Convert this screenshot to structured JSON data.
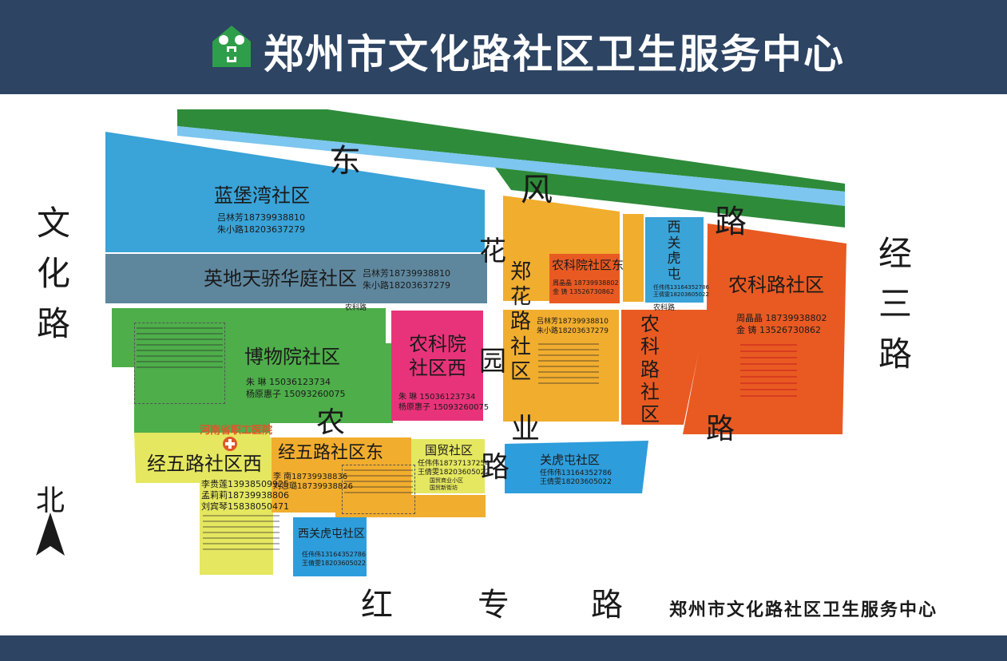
{
  "header": {
    "title": "郑州市文化路社区卫生服务中心"
  },
  "footer_credit": "郑州市文化路社区卫生服务中心",
  "roads": {
    "dongfeng": [
      "东",
      "风",
      "路"
    ],
    "wenhua": [
      "文",
      "化",
      "路"
    ],
    "jingsan": [
      "经",
      "三",
      "路"
    ],
    "hongzhuan": [
      "红",
      "专",
      "路"
    ],
    "huayuan": [
      "花",
      "园"
    ],
    "nongye": [
      "农",
      "业",
      "路"
    ],
    "nongke_small_1": "农科路",
    "nongke_small_2": "农科路",
    "zhenghua": [
      "郑",
      "花",
      "路",
      "社",
      "区"
    ],
    "nongke_v": [
      "农",
      "科",
      "路",
      "社",
      "区"
    ],
    "xiguanhu_v": [
      "西",
      "关",
      "虎",
      "屯"
    ],
    "lu_bottom_right": "路"
  },
  "hospital": "河南省职工医院",
  "north": "北",
  "communities": {
    "lanbaowan": {
      "name": "蓝堡湾社区",
      "c1": "吕林芳18739938810",
      "c2": "朱小路18203637279"
    },
    "yingdi": {
      "name": "英地天骄华庭社区",
      "c1": "吕林芳18739938810",
      "c2": "朱小路18203637279"
    },
    "bowuyuan": {
      "name": "博物院社区",
      "c1": "朱  琳   15036123734",
      "c2": "杨原惠子 15093260075"
    },
    "nongkeyuan_xi": {
      "name1": "农科院",
      "name2": "社区西",
      "c1": "朱  琳   15036123734",
      "c2": "杨原惠子  15093260075"
    },
    "nongkeyuan_dong": {
      "name": "农科院社区东",
      "c1": "周晶晶 18739938802",
      "c2": "金  铸  13526730862"
    },
    "zhenghua": {
      "c1": "吕林芳18739938810",
      "c2": "朱小路18203637279"
    },
    "xiguanhu_small": {
      "c1": "任伟伟13164352786",
      "c2": "王倩雯18203605022"
    },
    "nongkelu": {
      "name": "农科路社区",
      "c1": "周晶晶 18739938802",
      "c2": "金  铸  13526730862"
    },
    "jingwu_xi": {
      "name": "经五路社区西",
      "c1": "李贵莲13938509925",
      "c2": "孟莉莉18739938806",
      "c3": "刘宾琴15838050471"
    },
    "jingwu_dong": {
      "name": "经五路社区东",
      "c1": "李   南18739938836",
      "c2": "刘志璐18739938826"
    },
    "guomao": {
      "name": "国贸社区",
      "c1": "任伟伟18737137254",
      "c2": "王倩雯18203605022",
      "c3": "国贸商业小区",
      "c4": "国贸新街坊"
    },
    "guanhutun": {
      "name": "关虎屯社区",
      "c1": "任伟伟13164352786",
      "c2": "王倩雯18203605022"
    },
    "xiguanhutun": {
      "name": "西关虎屯社区",
      "c1": "任伟伟13164352786",
      "c2": "王倩雯18203605022"
    }
  },
  "colors": {
    "header": "#2d4463",
    "blue": "#3aa3d8",
    "steel": "#5e879e",
    "green": "#4eae4a",
    "pink": "#e8337a",
    "orange": "#f1ad2e",
    "redorange": "#e85a22",
    "yellow": "#e5e760",
    "lightblue": "#2e9ddb",
    "darkgreen": "#2e8b3a"
  }
}
